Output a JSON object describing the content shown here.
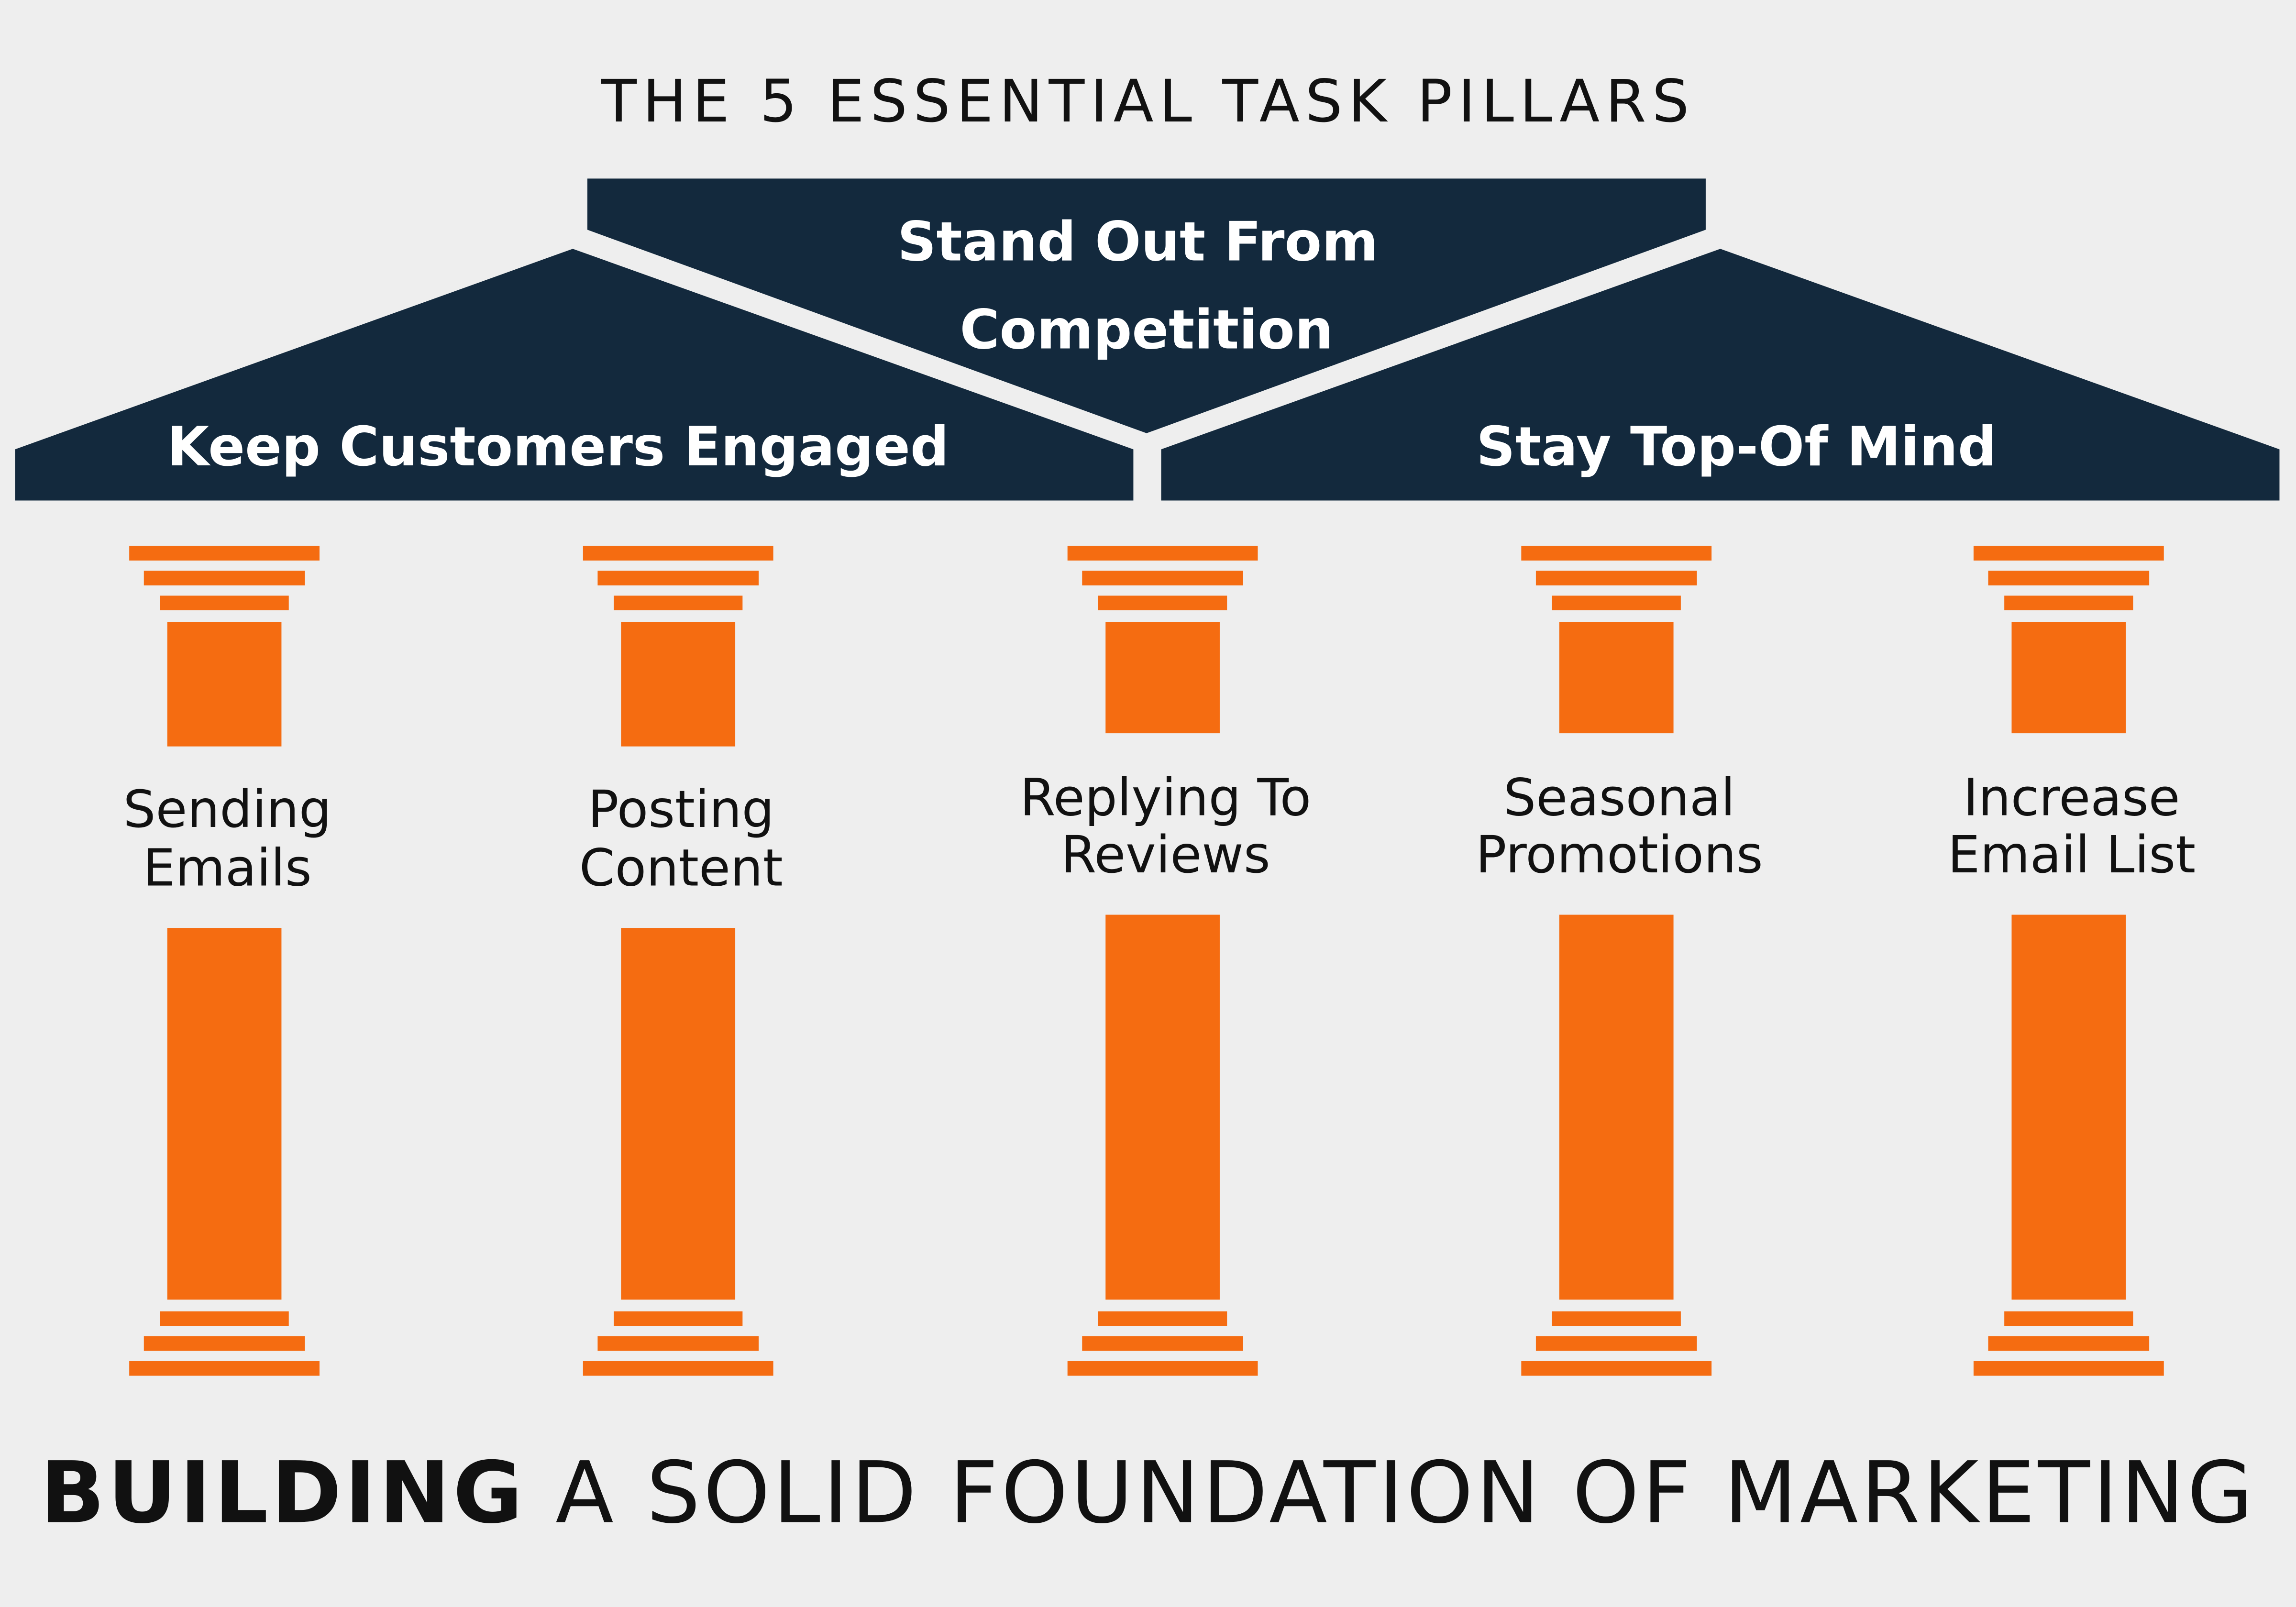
{
  "title": "THE 5 ESSENTIAL TASK PILLARS",
  "colors": {
    "navy": "#13293d",
    "orange": "#f56c11",
    "background": "#eeeeee"
  },
  "roofs": {
    "center": {
      "line1": "Stand Out From",
      "line2": "Competition"
    },
    "left": {
      "label": "Keep Customers Engaged"
    },
    "right": {
      "label": "Stay Top-Of Mind"
    }
  },
  "pillars": [
    {
      "line1": "Sending",
      "line2": "Emails"
    },
    {
      "line1": "Posting",
      "line2": "Content"
    },
    {
      "line1": "Replying To",
      "line2": "Reviews"
    },
    {
      "line1": "Seasonal",
      "line2": "Promotions"
    },
    {
      "line1": "Increase",
      "line2": "Email List"
    }
  ],
  "footer": {
    "bold": "BUILDING",
    "rest": " A SOLID FOUNDATION OF MARKETING"
  }
}
